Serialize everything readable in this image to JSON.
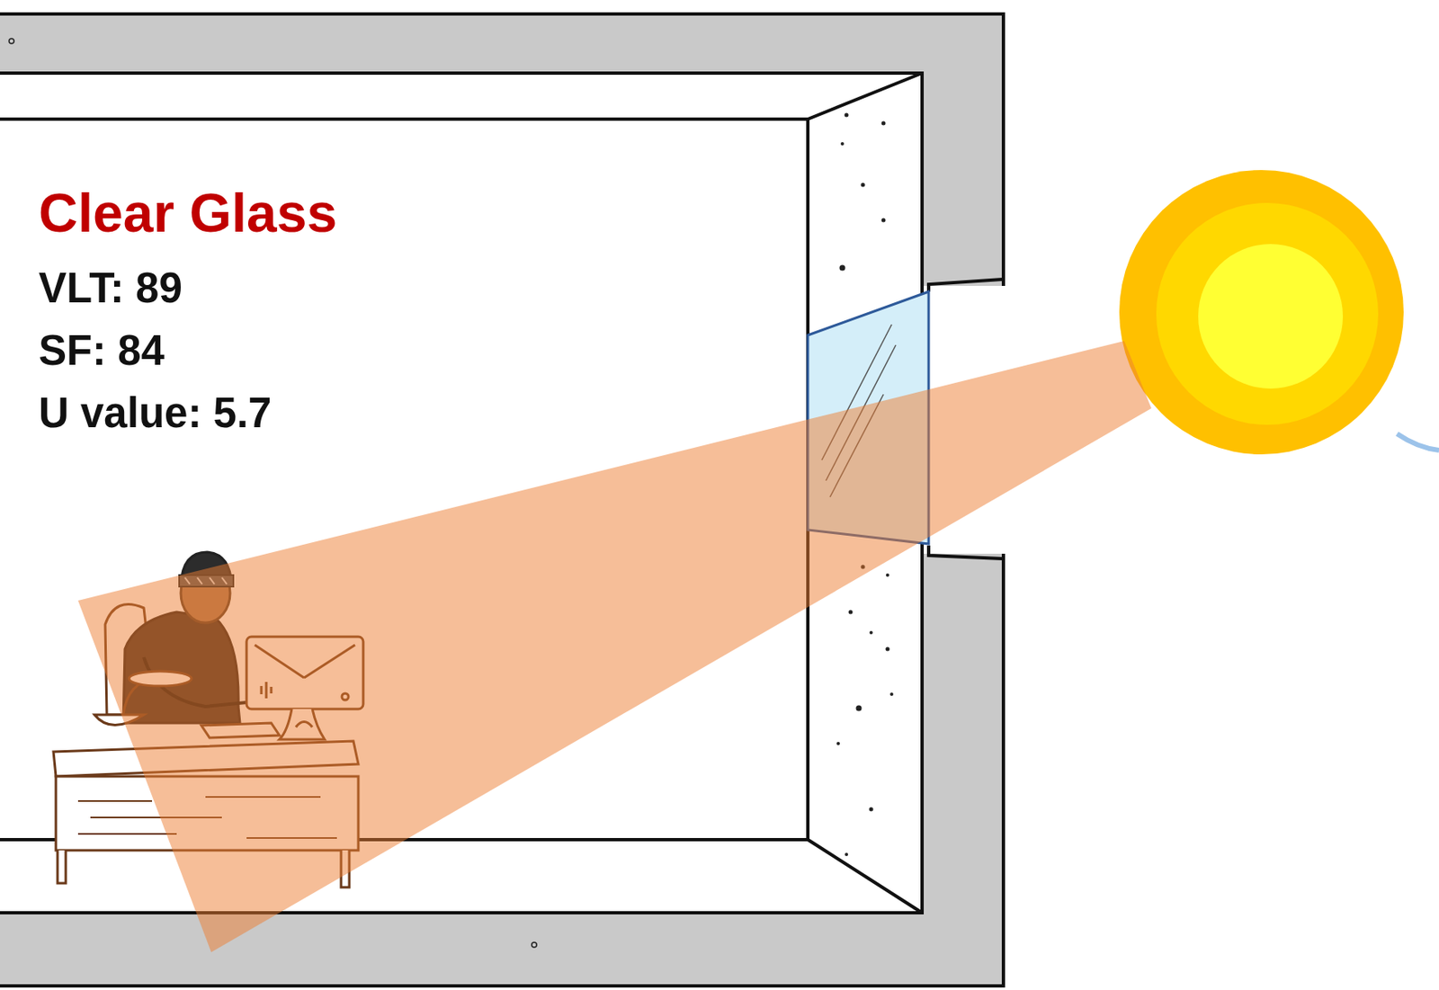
{
  "diagram": {
    "title": "Clear Glass",
    "labels": [
      "VLT: 89",
      "SF: 84",
      "U value: 5.7"
    ]
  }
}
